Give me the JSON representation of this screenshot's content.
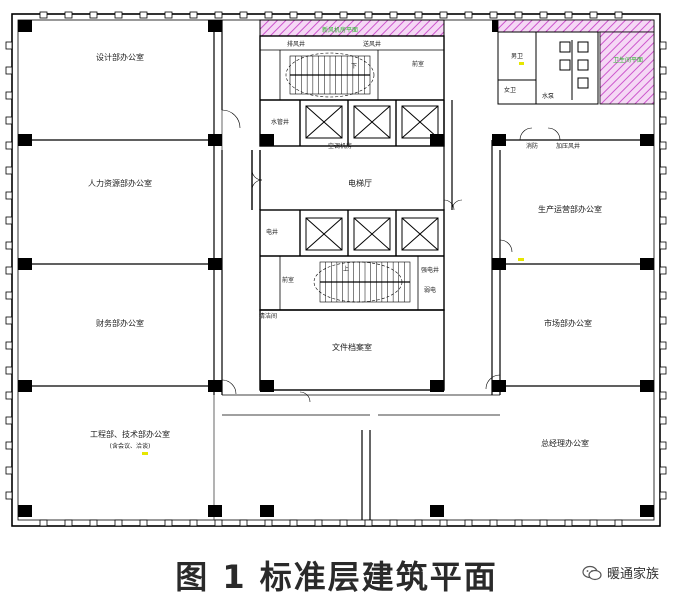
{
  "caption": "图 1 标准层建筑平面",
  "watermark": {
    "text": "暖通家族",
    "icon": "wechat-icon"
  },
  "colors": {
    "wall": "#000000",
    "hatch": "#cc66cc",
    "label_green": "#2bb52b",
    "yellow_mark": "#e6e600"
  },
  "rooms": {
    "top_left_office": "设计部办公室",
    "left_office_2": "人力资源部办公室",
    "left_office_3": "财务部办公室",
    "bottom_left_office": "工程部、技术部办公室",
    "bottom_left_note": "(含会议、洽谈)",
    "corridor_hall": "电梯厅",
    "archive_room": "文件档案室",
    "right_office_1": "生产运营部办公室",
    "right_office_2": "市场部办公室",
    "bottom_right_office": "总经理办公室",
    "top_shaft": "新风机房平面",
    "toilet_plan": "卫生间平面",
    "duty_room_top": "前室",
    "duty_room_mid": "前室",
    "pipe_top": "排风井",
    "pipe_top2": "送风井",
    "water_well": "水管井",
    "elec_well": "电井",
    "strong_elec": "强电井",
    "weak_elec": "弱电",
    "janitor": "清洁间",
    "toilet_m": "男卫",
    "toilet_f": "女卫",
    "fire_room": "消防",
    "stair_up": "上",
    "stair_down": "下",
    "water_room": "水泵",
    "smoke_well": "加压风井",
    "machine": "空调机房"
  }
}
